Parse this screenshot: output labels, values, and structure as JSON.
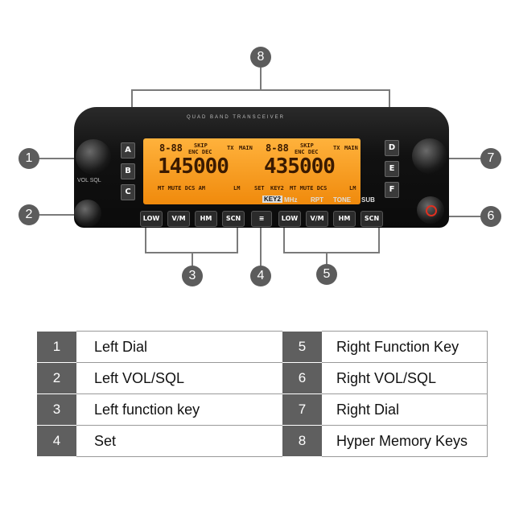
{
  "callouts": [
    "1",
    "2",
    "3",
    "4",
    "5",
    "6",
    "7",
    "8"
  ],
  "radio": {
    "brand_text": "QUAD BAND TRANSCEIVER",
    "left_vol_label": "VOL SQL",
    "left_display": {
      "top": "8-88",
      "freq": "145000",
      "tags": "MT MUTE DCS AM",
      "lm": "LM",
      "skip": "SKIP",
      "enc_dec": "ENC DEC",
      "tx": "TX",
      "main": "MAIN"
    },
    "right_display": {
      "top": "8-88",
      "freq": "435000",
      "tags": "MT MUTE DCS",
      "lm": "LM",
      "skip": "SKIP",
      "enc_dec": "ENC DEC",
      "tx": "TX",
      "main": "MAIN"
    },
    "center_indicators": {
      "set": "SET",
      "key": "KEY2"
    },
    "panel_labels": {
      "key2": "KEY2",
      "mhz": "MHz",
      "rpt": "RPT",
      "tone": "TONE",
      "sub": "SUB"
    },
    "left_side_keys": [
      "A",
      "B",
      "C"
    ],
    "right_side_keys": [
      "D",
      "E",
      "F"
    ],
    "bottom_keys": [
      "LOW",
      "V/M",
      "HM",
      "SCN",
      "≡",
      "LOW",
      "V/M",
      "HM",
      "SCN"
    ]
  },
  "legend": [
    {
      "num": "1",
      "text": "Left Dial",
      "num_r": "5",
      "text_r": "Right Function Key"
    },
    {
      "num": "2",
      "text": "Left VOL/SQL",
      "num_r": "6",
      "text_r": "Right VOL/SQL"
    },
    {
      "num": "3",
      "text": "Left function key",
      "num_r": "7",
      "text_r": "Right Dial"
    },
    {
      "num": "4",
      "text": "Set",
      "num_r": "8",
      "text_r": "Hyper Memory Keys"
    }
  ]
}
